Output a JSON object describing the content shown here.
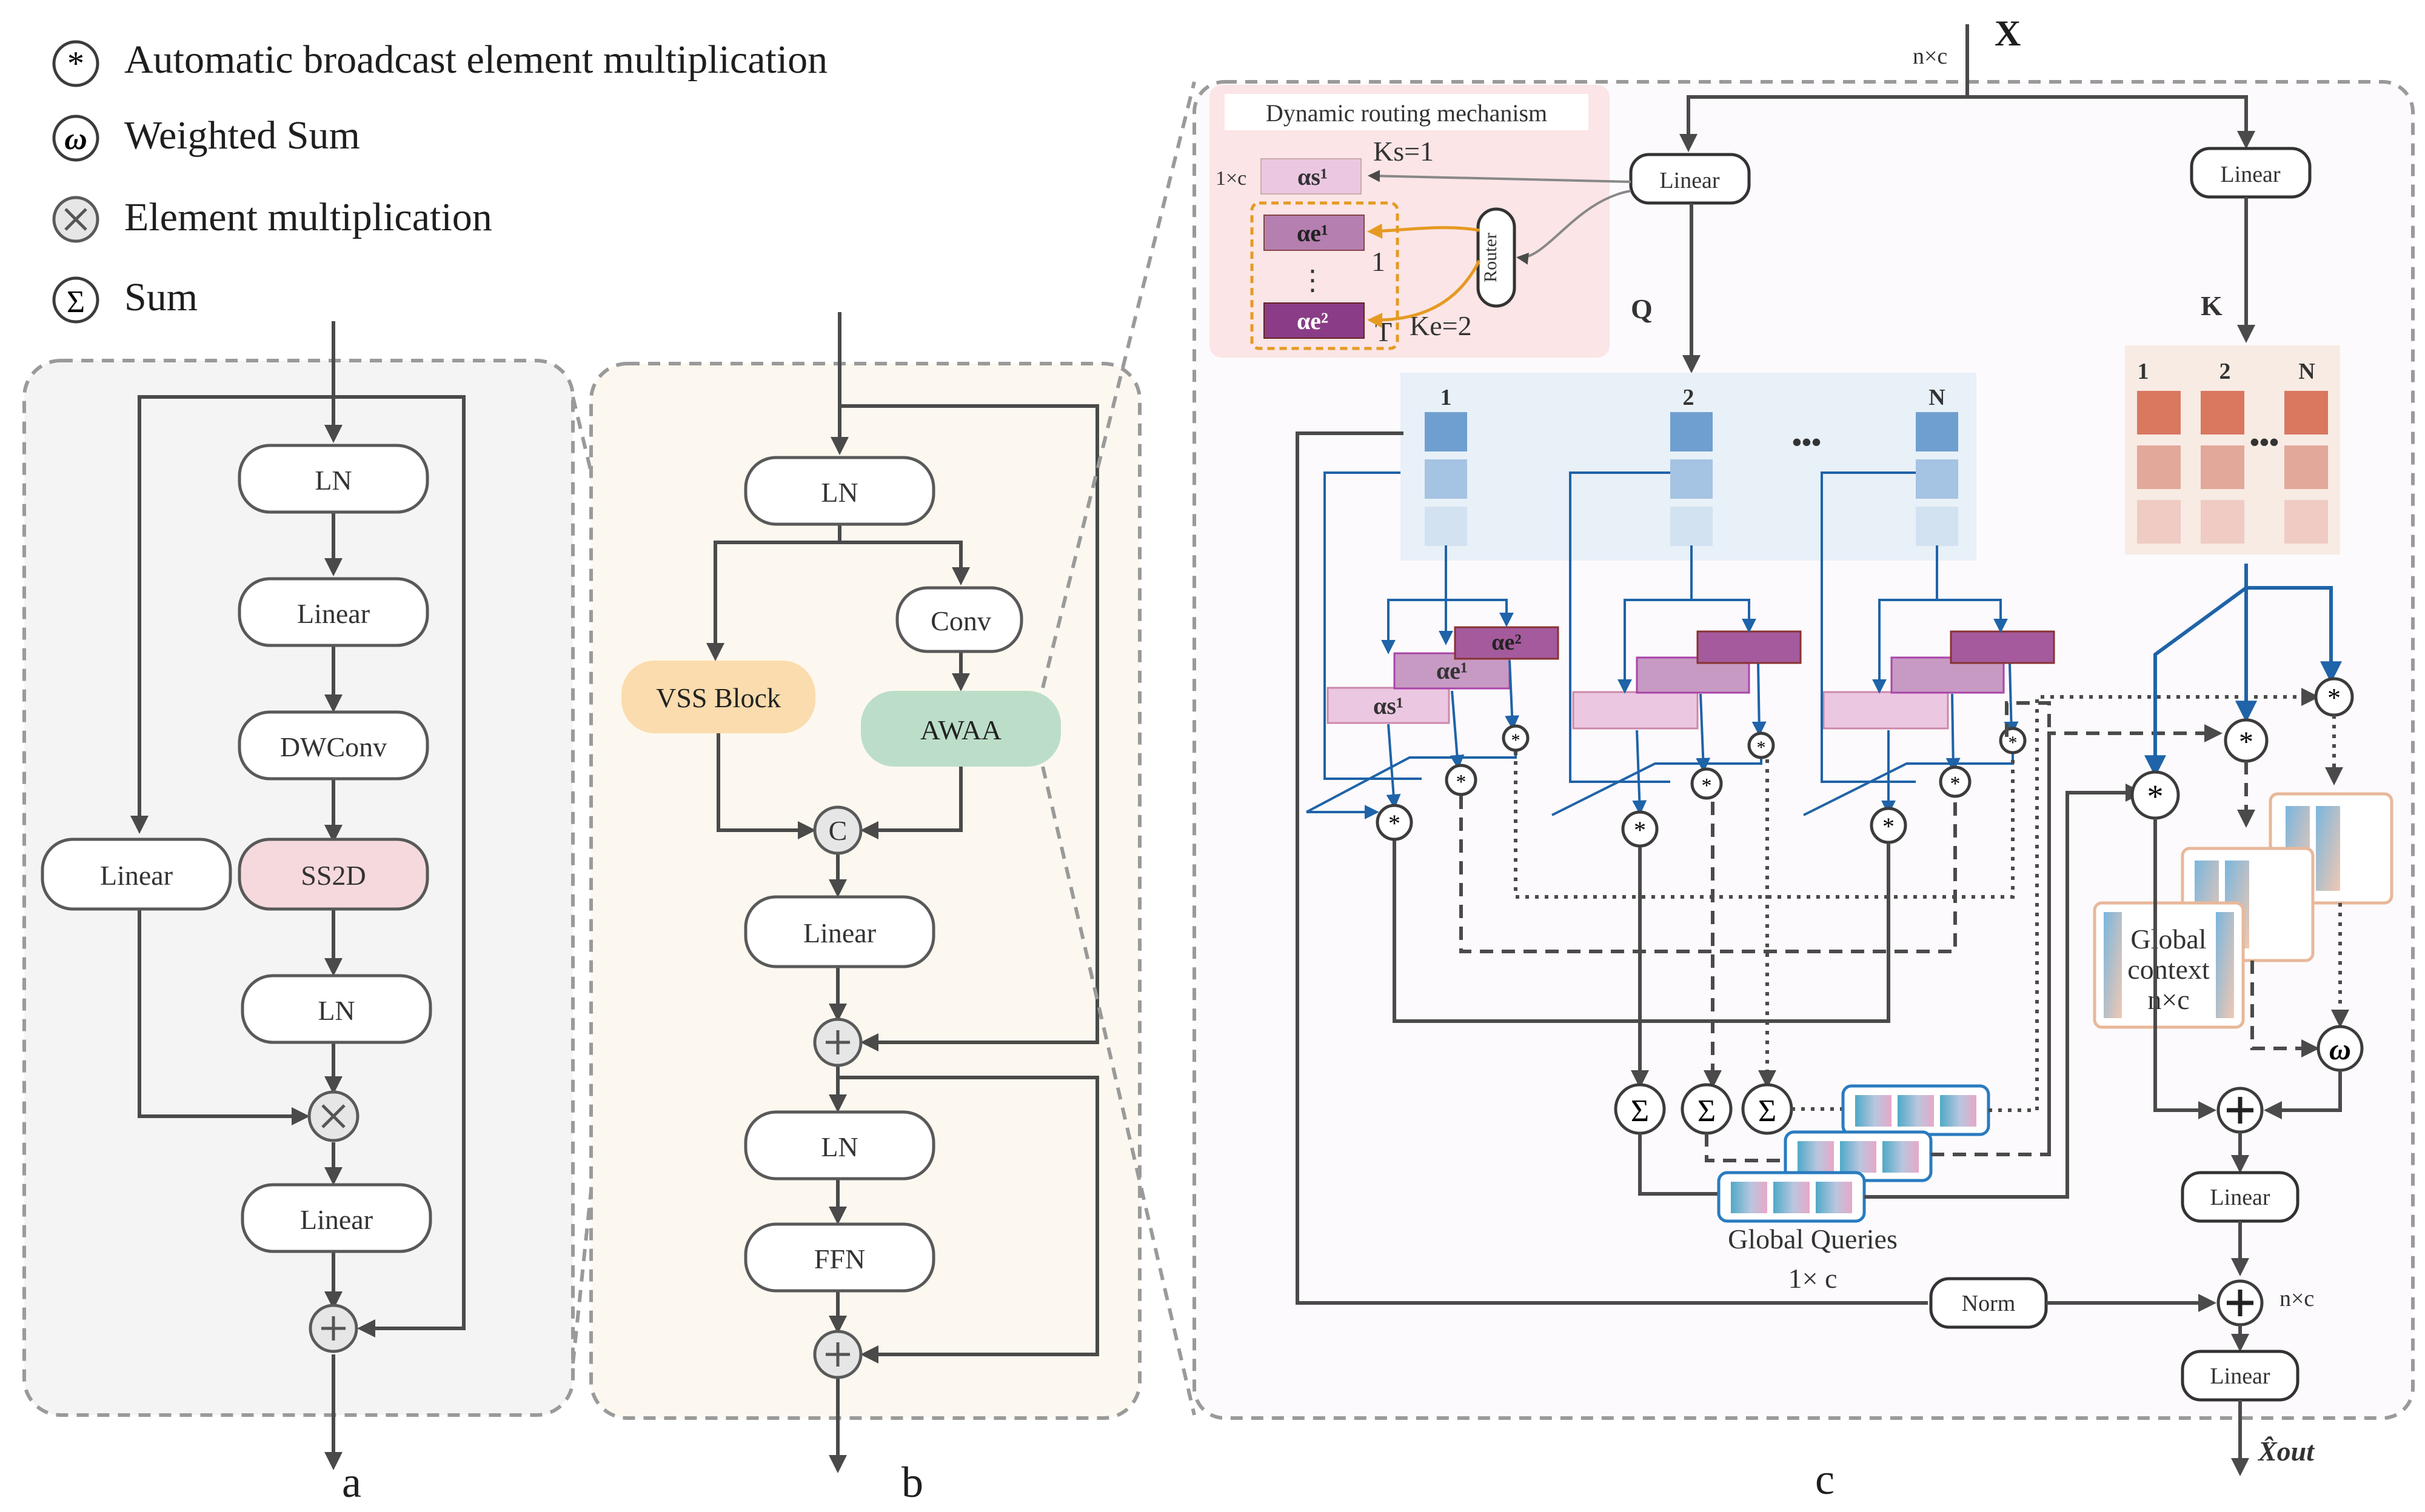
{
  "legend": {
    "broadcast": "Automatic broadcast element multiplication",
    "weighted_sum": "Weighted Sum",
    "element_mult": "Element multiplication",
    "sum": "Sum"
  },
  "panel_a": {
    "caption": "a",
    "ln1": "LN",
    "linear1": "Linear",
    "dwconv": "DWConv",
    "linear_side": "Linear",
    "ss2d": "SS2D",
    "ln2": "LN",
    "linear2": "Linear"
  },
  "panel_b": {
    "caption": "b",
    "ln1": "LN",
    "vss": "VSS Block",
    "conv": "Conv",
    "awaa": "AWAA",
    "concat": "C",
    "linear": "Linear",
    "ln2": "LN",
    "ffn": "FFN"
  },
  "panel_c": {
    "caption": "c",
    "x_label": "X",
    "x_dim": "n×c",
    "linear_q": "Linear",
    "linear_k": "Linear",
    "q_label": "Q",
    "k_label": "K",
    "q_idx_1": "1",
    "q_idx_2": "2",
    "q_idx_n": "N",
    "ellipsis": "•••",
    "k_idx_1": "1",
    "k_idx_2": "2",
    "k_idx_n": "N",
    "routing_title": "Dynamic routing mechanism",
    "one_by_c": "1×c",
    "ks": "Ks=1",
    "ke": "Ke=2",
    "router": "Router",
    "one": "1",
    "t": "T",
    "vdots": "⋮",
    "alpha_s": "αs¹",
    "alpha_e1": "αe¹",
    "alpha_e2": "αe²",
    "global_context": [
      "Global",
      "context",
      "n×c"
    ],
    "global_queries": "Global Queries",
    "gq_dim": "1× c",
    "norm": "Norm",
    "linear_a": "Linear",
    "linear_b": "Linear",
    "out_dim": "n×c",
    "out_label": "X̂out",
    "sigma": "Σ",
    "omega": "ω",
    "star": "*",
    "plus": "+"
  },
  "colors": {
    "panel_a_bg": "#f4f4f4",
    "panel_b_bg": "#fdf8ef",
    "panel_c_bg": "#fcfafc",
    "routing_bg": "#fbe5e6",
    "vss": "#fbdcae",
    "awaa": "#bcdec9",
    "ss2d": "#f6d9dc",
    "query_blue": "#6f9fd0",
    "key_red": "#d9775f",
    "alpha_purple": "#a45a9c",
    "flow_blue": "#1f63a8",
    "router_orange": "#e59a22"
  }
}
